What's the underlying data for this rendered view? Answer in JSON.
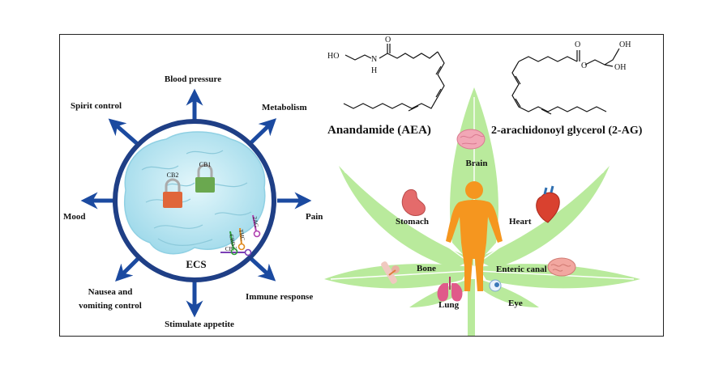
{
  "ecs": {
    "center_label": "ECS",
    "receptors": [
      "CB2",
      "CB1"
    ],
    "ligands": [
      "CBN",
      "CBD",
      "THC",
      "2AG"
    ],
    "effects": {
      "blood_pressure": "Blood pressure",
      "metabolism": "Metabolism",
      "pain": "Pain",
      "immune_response": "Immune  response",
      "stimulate_appetite": "Stimulate appetite",
      "nausea_line1": "Nausea and",
      "nausea_line2": "vomiting control",
      "mood": "Mood",
      "spirit_control": "Spirit control"
    }
  },
  "molecules": {
    "aea_name": "Anandamide (AEA)",
    "ag_name": "2-arachidonoyl glycerol (2-AG)",
    "aea_atoms": [
      "HO",
      "N",
      "H",
      "O"
    ],
    "ag_atoms": [
      "O",
      "O",
      "OH",
      "OH"
    ]
  },
  "organs": {
    "brain": "Brain",
    "stomach": "Stomach",
    "heart": "Heart",
    "bone": "Bone",
    "enteric_canal": "Enteric canal",
    "lung": "Lung",
    "eye": "Eye"
  },
  "colors": {
    "arrow_blue": "#1b4aa0",
    "circle_ring": "#1f3f86",
    "brain_fill": "#bfe9f4",
    "lock_cb2": "#e0663a",
    "lock_cb1": "#6aa84f",
    "leaf": "#b9ea9c",
    "leaf_vein": "#ffffff",
    "body": "#f5961f"
  }
}
